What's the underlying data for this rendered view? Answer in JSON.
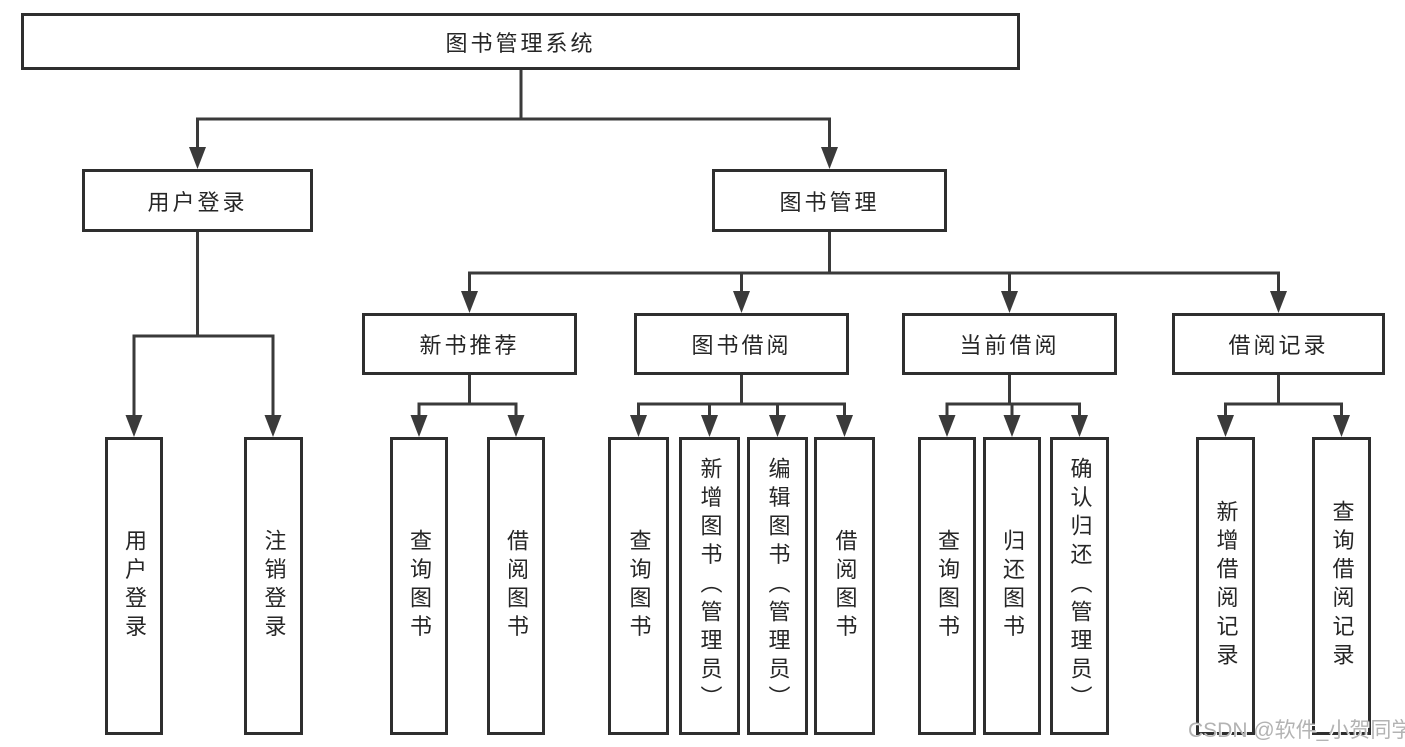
{
  "colors": {
    "line": "#3a3a3a",
    "box-border": "#2e2e2e",
    "text": "#262626",
    "watermark": "#b3b3b3",
    "background": "#ffffff"
  },
  "watermark": {
    "text": "CSDN @软件_小贺同学"
  },
  "tree": {
    "label": "图书管理系统",
    "children": [
      {
        "label": "用户登录",
        "children": [
          {
            "label": "用户登录"
          },
          {
            "label": "注销登录"
          }
        ]
      },
      {
        "label": "图书管理",
        "children": [
          {
            "label": "新书推荐",
            "children": [
              {
                "label": "查询图书"
              },
              {
                "label": "借阅图书"
              }
            ]
          },
          {
            "label": "图书借阅",
            "children": [
              {
                "label": "查询图书"
              },
              {
                "label": "新增图书（管理员）"
              },
              {
                "label": "编辑图书（管理员）"
              },
              {
                "label": "借阅图书"
              }
            ]
          },
          {
            "label": "当前借阅",
            "children": [
              {
                "label": "查询图书"
              },
              {
                "label": "归还图书"
              },
              {
                "label": "确认归还（管理员）"
              }
            ]
          },
          {
            "label": "借阅记录",
            "children": [
              {
                "label": "新增借阅记录"
              },
              {
                "label": "查询借阅记录"
              }
            ]
          }
        ]
      }
    ]
  }
}
